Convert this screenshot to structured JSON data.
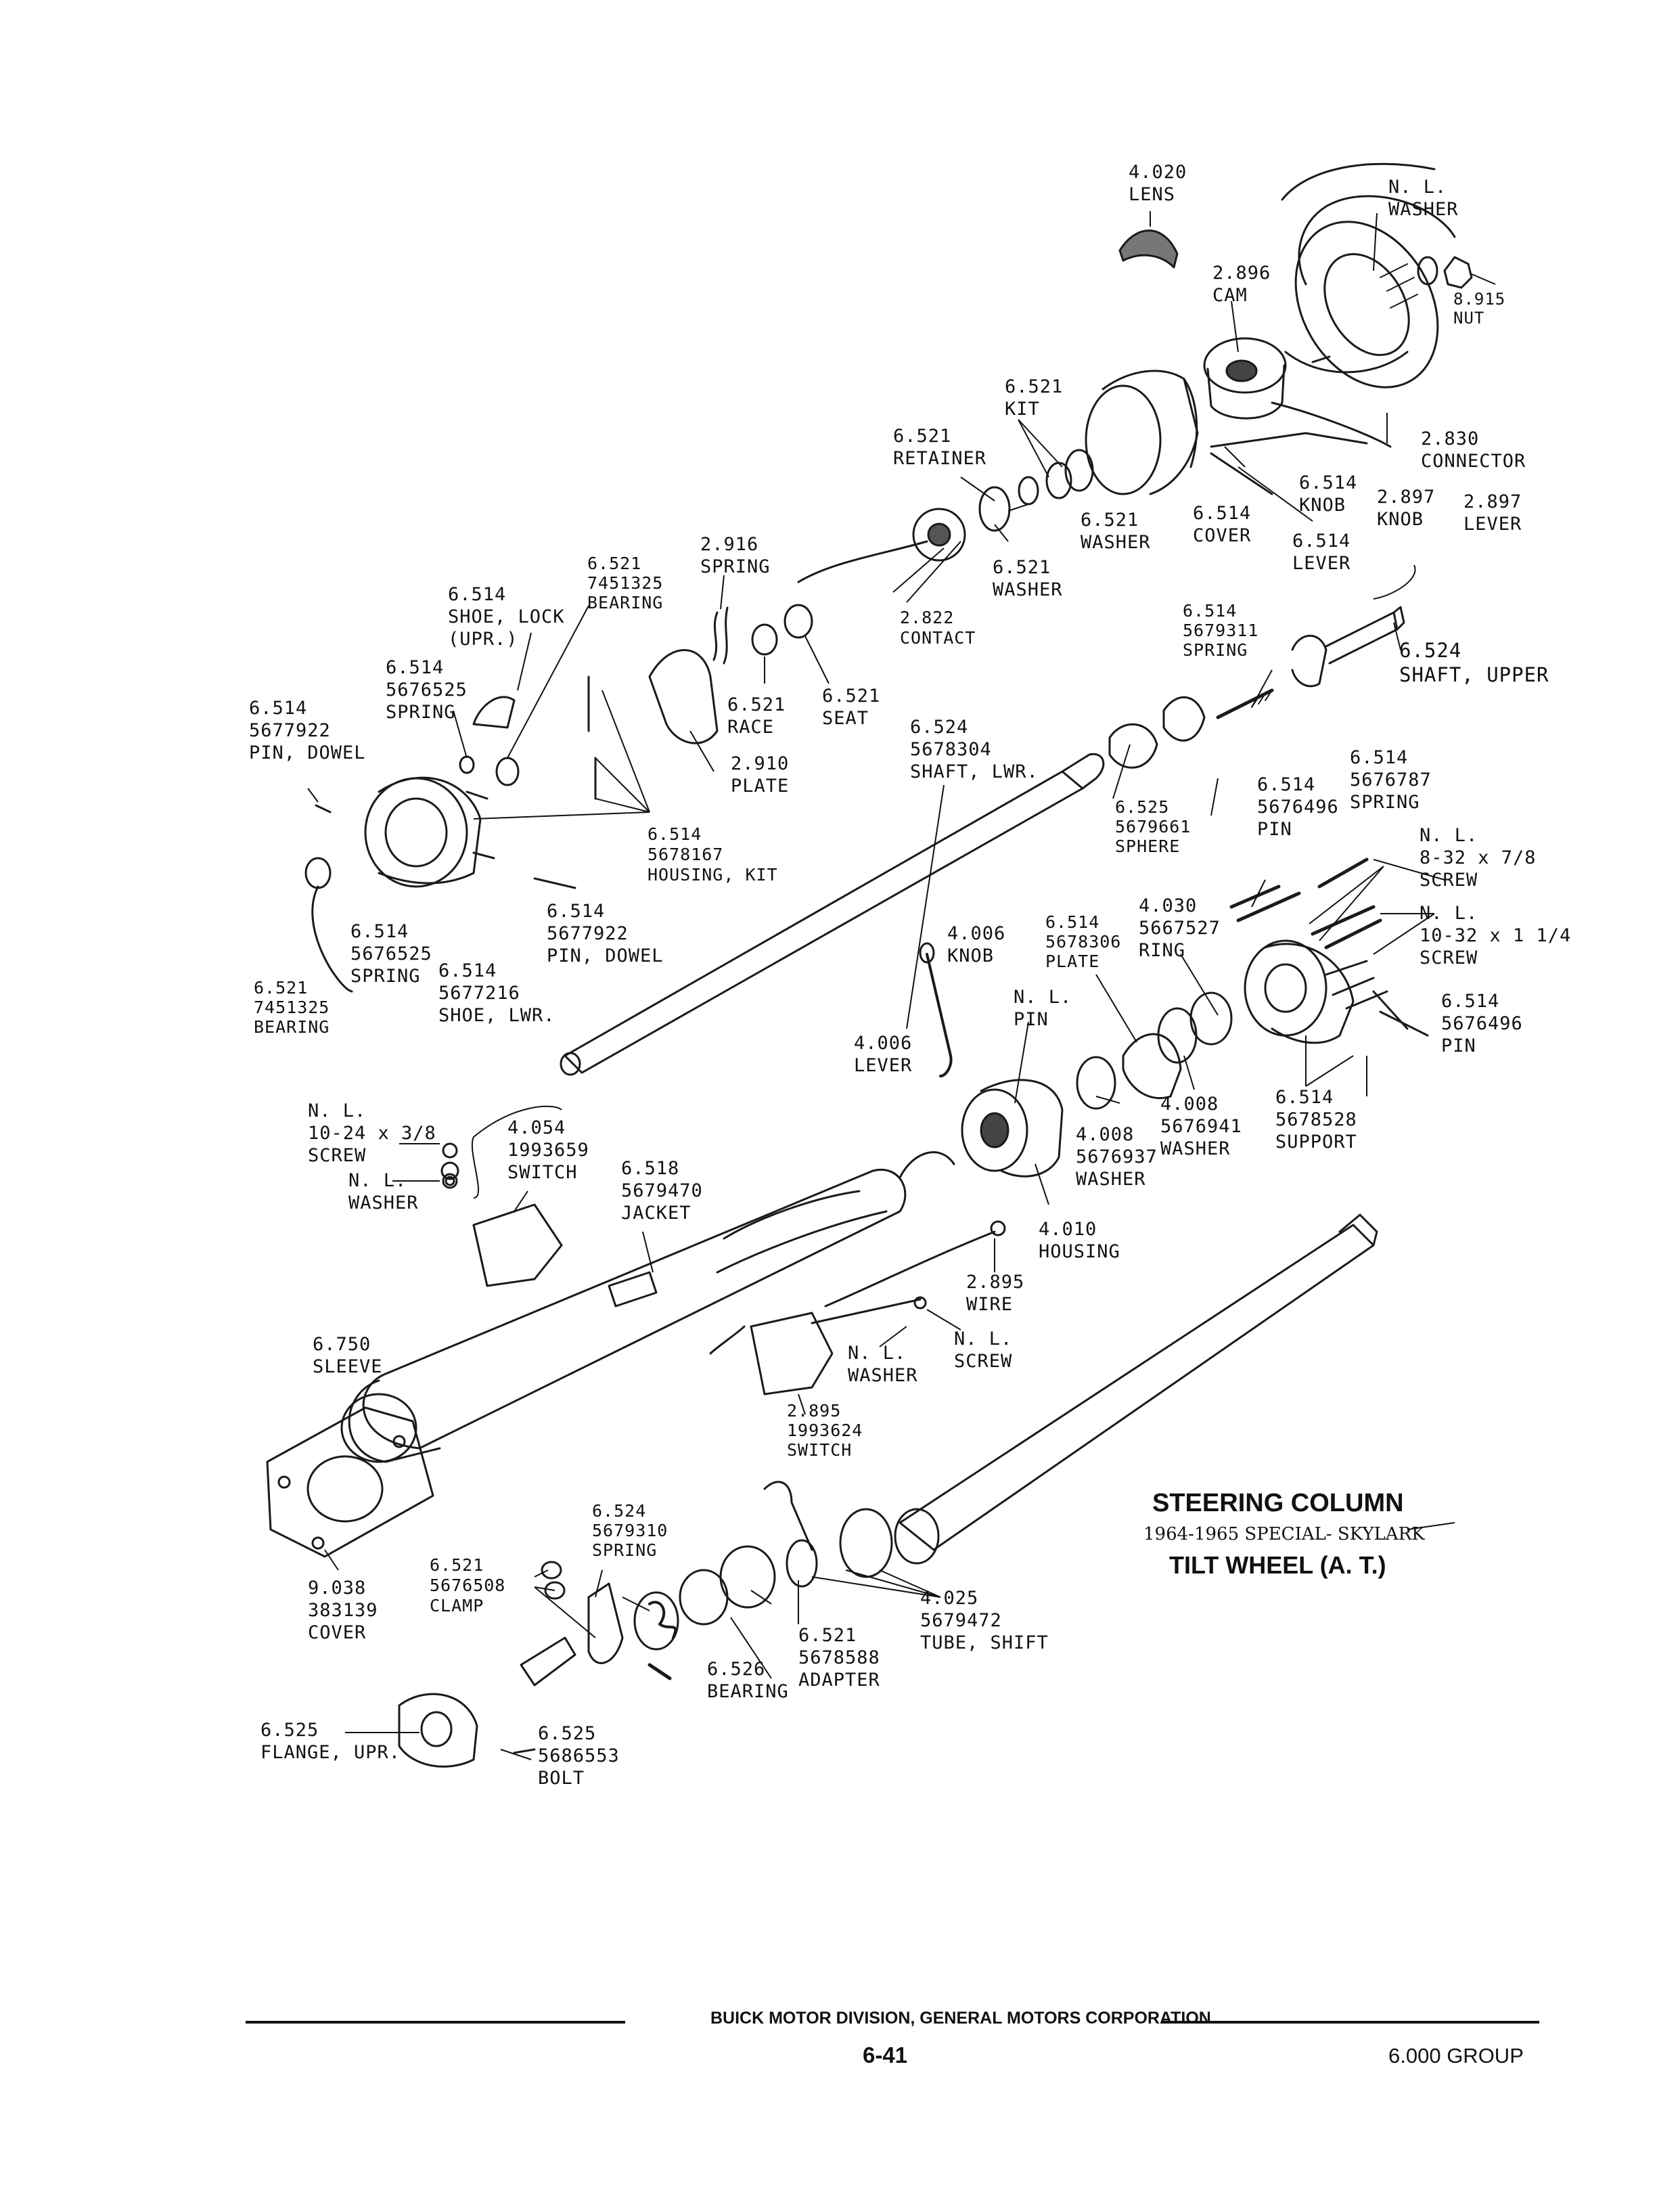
{
  "title": "STEERING COLUMN",
  "subtitle": "1964-1965 SPECIAL- SKYLARK",
  "subtitle2": "TILT WHEEL (A. T.)",
  "footer": {
    "division": "BUICK MOTOR DIVISION, GENERAL MOTORS CORPORATION",
    "page": "6-41",
    "group": "6.000 GROUP"
  },
  "labels": [
    {
      "id": "lens",
      "lines": [
        "4.020",
        "LENS"
      ]
    },
    {
      "id": "nl-washer-top",
      "lines": [
        "N. L.",
        "WASHER"
      ]
    },
    {
      "id": "cam",
      "lines": [
        "2.896",
        "CAM"
      ]
    },
    {
      "id": "nut",
      "lines": [
        "8.915",
        "NUT"
      ]
    },
    {
      "id": "kit",
      "lines": [
        "6.521",
        "KIT"
      ]
    },
    {
      "id": "retainer",
      "lines": [
        "6.521",
        "RETAINER"
      ]
    },
    {
      "id": "connector",
      "lines": [
        "2.830",
        "CONNECTOR"
      ]
    },
    {
      "id": "knob-6514",
      "lines": [
        "6.514",
        "KNOB"
      ]
    },
    {
      "id": "knob-2897",
      "lines": [
        "2.897",
        "KNOB"
      ]
    },
    {
      "id": "lever-2897",
      "lines": [
        "2.897",
        "LEVER"
      ]
    },
    {
      "id": "washer-6521a",
      "lines": [
        "6.521",
        "WASHER"
      ]
    },
    {
      "id": "cover-6514",
      "lines": [
        "6.514",
        "COVER"
      ]
    },
    {
      "id": "lever-6514",
      "lines": [
        "6.514",
        "LEVER"
      ]
    },
    {
      "id": "washer-6521b",
      "lines": [
        "6.521",
        "WASHER"
      ]
    },
    {
      "id": "spring-2916",
      "lines": [
        "2.916",
        "SPRING"
      ]
    },
    {
      "id": "contact",
      "lines": [
        "2.822",
        "CONTACT"
      ]
    },
    {
      "id": "bearing-7451325",
      "lines": [
        "6.521",
        "7451325",
        "BEARING"
      ]
    },
    {
      "id": "shoe-lock",
      "lines": [
        "6.514",
        "SHOE, LOCK",
        "(UPR.)"
      ]
    },
    {
      "id": "spring-5679311",
      "lines": [
        "6.514",
        "5679311",
        "SPRING"
      ]
    },
    {
      "id": "shaft-upper",
      "lines": [
        "6.524",
        "SHAFT, UPPER"
      ]
    },
    {
      "id": "spring-5676525a",
      "lines": [
        "6.514",
        "5676525",
        "SPRING"
      ]
    },
    {
      "id": "race",
      "lines": [
        "6.521",
        "RACE"
      ]
    },
    {
      "id": "seat",
      "lines": [
        "6.521",
        "SEAT"
      ]
    },
    {
      "id": "pin-dowel-a",
      "lines": [
        "6.514",
        "5677922",
        "PIN, DOWEL"
      ]
    },
    {
      "id": "plate-2910",
      "lines": [
        "2.910",
        "PLATE"
      ]
    },
    {
      "id": "shaft-lwr",
      "lines": [
        "6.524",
        "5678304",
        "SHAFT, LWR."
      ]
    },
    {
      "id": "sphere",
      "lines": [
        "6.525",
        "5679661",
        "SPHERE"
      ]
    },
    {
      "id": "spring-5676787",
      "lines": [
        "6.514",
        "5676787",
        "SPRING"
      ]
    },
    {
      "id": "pin-5676496a",
      "lines": [
        "6.514",
        "5676496",
        "PIN"
      ]
    },
    {
      "id": "screw-8-32",
      "lines": [
        "N. L.",
        "8-32 x 7/8",
        "SCREW"
      ]
    },
    {
      "id": "housing-kit",
      "lines": [
        "6.514",
        "5678167",
        "HOUSING, KIT"
      ]
    },
    {
      "id": "ring",
      "lines": [
        "4.030",
        "5667527",
        "RING"
      ]
    },
    {
      "id": "screw-10-32",
      "lines": [
        "N. L.",
        "10-32 x 1 1/4",
        "SCREW"
      ]
    },
    {
      "id": "pin-dowel-b",
      "lines": [
        "6.514",
        "5677922",
        "PIN, DOWEL"
      ]
    },
    {
      "id": "spring-5676525b",
      "lines": [
        "6.514",
        "5676525",
        "SPRING"
      ]
    },
    {
      "id": "knob-4006",
      "lines": [
        "4.006",
        "KNOB"
      ]
    },
    {
      "id": "plate-5678306",
      "lines": [
        "6.514",
        "5678306",
        "PLATE"
      ]
    },
    {
      "id": "shoe-lwr",
      "lines": [
        "6.514",
        "5677216",
        "SHOE, LWR."
      ]
    },
    {
      "id": "bearing-lwr",
      "lines": [
        "6.521",
        "7451325",
        "BEARING"
      ]
    },
    {
      "id": "nl-pin",
      "lines": [
        "N. L.",
        "PIN"
      ]
    },
    {
      "id": "pin-5676496b",
      "lines": [
        "6.514",
        "5676496",
        "PIN"
      ]
    },
    {
      "id": "lever-4006",
      "lines": [
        "4.006",
        "LEVER"
      ]
    },
    {
      "id": "washer-5676941",
      "lines": [
        "4.008",
        "5676941",
        "WASHER"
      ]
    },
    {
      "id": "support",
      "lines": [
        "6.514",
        "5678528",
        "SUPPORT"
      ]
    },
    {
      "id": "washer-5676937",
      "lines": [
        "4.008",
        "5676937",
        "WASHER"
      ]
    },
    {
      "id": "screw-10-24",
      "lines": [
        "N. L.",
        "10-24 x 3/8",
        "SCREW"
      ]
    },
    {
      "id": "switch-1993659",
      "lines": [
        "4.054",
        "1993659",
        "SWITCH"
      ]
    },
    {
      "id": "jacket",
      "lines": [
        "6.518",
        "5679470",
        "JACKET"
      ]
    },
    {
      "id": "nl-washer-left",
      "lines": [
        "N. L.",
        "WASHER"
      ]
    },
    {
      "id": "housing-4010",
      "lines": [
        "4.010",
        "HOUSING"
      ]
    },
    {
      "id": "wire",
      "lines": [
        "2.895",
        "WIRE"
      ]
    },
    {
      "id": "sleeve",
      "lines": [
        "6.750",
        "SLEEVE"
      ]
    },
    {
      "id": "nl-washer-mid",
      "lines": [
        "N. L.",
        "WASHER"
      ]
    },
    {
      "id": "nl-screw-mid",
      "lines": [
        "N. L.",
        "SCREW"
      ]
    },
    {
      "id": "switch-1993624",
      "lines": [
        "2.895",
        "1993624",
        "SWITCH"
      ]
    },
    {
      "id": "spring-5679310",
      "lines": [
        "6.524",
        "5679310",
        "SPRING"
      ]
    },
    {
      "id": "clamp",
      "lines": [
        "6.521",
        "5676508",
        "CLAMP"
      ]
    },
    {
      "id": "cover-383139",
      "lines": [
        "9.038",
        "383139",
        "COVER"
      ]
    },
    {
      "id": "tube-shift",
      "lines": [
        "4.025",
        "5679472",
        "TUBE, SHIFT"
      ]
    },
    {
      "id": "adapter",
      "lines": [
        "6.521",
        "5678588",
        "ADAPTER"
      ]
    },
    {
      "id": "bearing-6526",
      "lines": [
        "6.526",
        "BEARING"
      ]
    },
    {
      "id": "flange-upr",
      "lines": [
        "6.525",
        "FLANGE, UPR."
      ]
    },
    {
      "id": "bolt",
      "lines": [
        "6.525",
        "5686553",
        "BOLT"
      ]
    }
  ]
}
